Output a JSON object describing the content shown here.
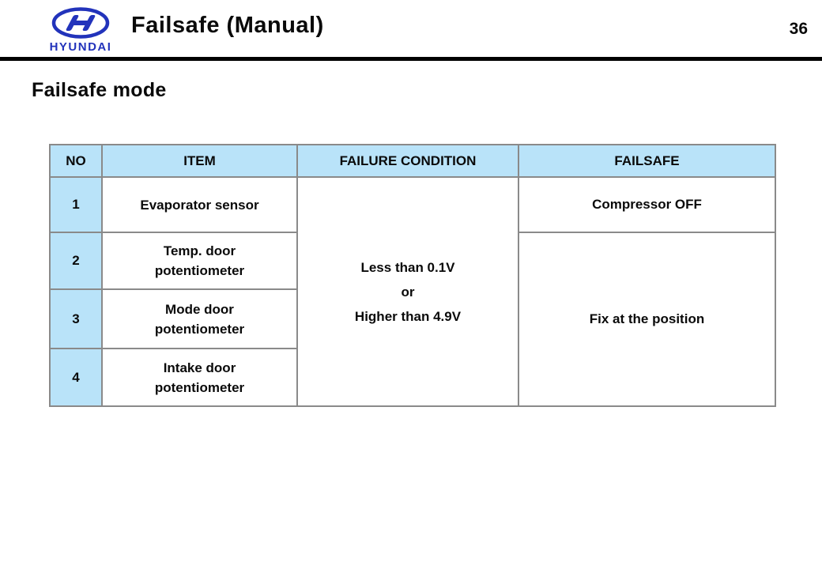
{
  "header": {
    "brand": "HYUNDAI",
    "title": "Failsafe (Manual)",
    "page_number": "36"
  },
  "heading": "Failsafe mode",
  "colors": {
    "accent_blue": "#2233bb",
    "table_header_bg": "#b9e3f9",
    "border_gray": "#8a8a8a",
    "divider_black": "#000000"
  },
  "table": {
    "columns": [
      "NO",
      "ITEM",
      "FAILURE CONDITION",
      "FAILSAFE"
    ],
    "rows": [
      {
        "no": "1",
        "item_lines": [
          "Evaporator sensor"
        ]
      },
      {
        "no": "2",
        "item_lines": [
          "Temp. door",
          "potentiometer"
        ]
      },
      {
        "no": "3",
        "item_lines": [
          "Mode door",
          "potentiometer"
        ]
      },
      {
        "no": "4",
        "item_lines": [
          "Intake door",
          "potentiometer"
        ]
      }
    ],
    "failure_condition_lines": [
      "Less than 0.1V",
      "or",
      "Higher than 4.9V"
    ],
    "failsafe_row1": "Compressor OFF",
    "failsafe_merged": "Fix at the position"
  }
}
